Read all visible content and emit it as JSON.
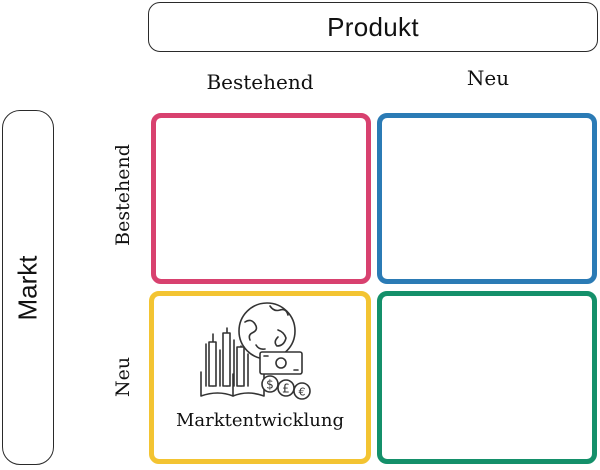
{
  "header": {
    "produkt": "Produkt",
    "markt": "Markt"
  },
  "columns": {
    "bestehend": "Bestehend",
    "neu": "Neu"
  },
  "rows": {
    "bestehend": "Bestehend",
    "neu": "Neu"
  },
  "cells": {
    "bestehend_bestehend": {
      "label": "",
      "color": "#d8416f"
    },
    "bestehend_neu": {
      "label": "",
      "color": "#2b7bb5"
    },
    "neu_bestehend": {
      "label": "Marktentwicklung",
      "icon": "globe-chart-money-icon",
      "color": "#f3c432"
    },
    "neu_neu": {
      "label": "",
      "color": "#14906a"
    }
  }
}
